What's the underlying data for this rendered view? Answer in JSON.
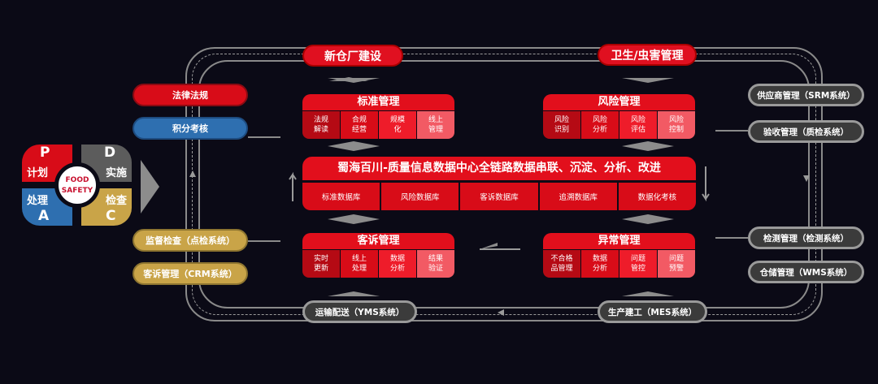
{
  "top_pills": [
    "新仓厂建设",
    "卫生/虫害管理"
  ],
  "left_pills": [
    "法律法规",
    "积分考核",
    "监督检查（点检系统）",
    "客诉管理（CRM系统）"
  ],
  "right_pills": [
    "供应商管理（SRM系统）",
    "验收管理（质检系统）",
    "检测管理（检测系统）",
    "仓储管理（WMS系统）"
  ],
  "bottom_pills": [
    "运输配送（YMS系统）",
    "生产建工（MES系统）"
  ],
  "modules": {
    "standard": {
      "title": "标准管理",
      "cells": [
        "法规\n解读",
        "合规\n经营",
        "规模\n化",
        "线上\n管理"
      ]
    },
    "risk": {
      "title": "风险管理",
      "cells": [
        "风险\n识别",
        "风险\n分析",
        "风险\n评估",
        "风险\n控制"
      ]
    },
    "complaint": {
      "title": "客诉管理",
      "cells": [
        "实时\n更新",
        "线上\n处理",
        "数据\n分析",
        "结果\n验证"
      ]
    },
    "anomaly": {
      "title": "异常管理",
      "cells": [
        "不合格\n品管理",
        "数据\n分析",
        "问题\n管控",
        "问题\n预警"
      ]
    }
  },
  "center": {
    "title": "蜀海百川-质量信息数据中心全链路数据串联、沉淀、分析、改进",
    "cells": [
      "标准数据库",
      "风险数据库",
      "客诉数据库",
      "追溯数据库",
      "数据化考核"
    ]
  },
  "pdca": {
    "p": "P",
    "p_label": "计划",
    "d": "D",
    "d_label": "实施",
    "c": "C",
    "c_label": "检查",
    "a": "A",
    "a_label": "处理",
    "center_line1": "FOOD",
    "center_line2": "SAFETY"
  }
}
